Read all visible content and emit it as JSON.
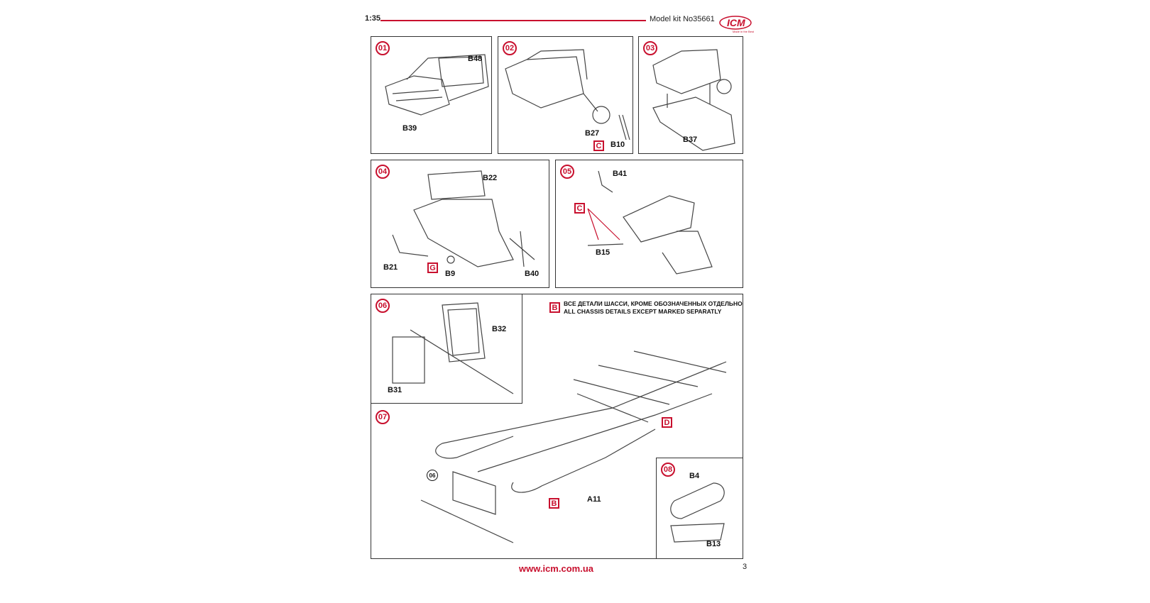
{
  "header": {
    "scale": "1:35",
    "model_kit": "Model kit No35661",
    "logo": "ICM",
    "logo_tagline": "Made in the Best"
  },
  "steps": [
    {
      "number": "01",
      "labels": [
        "B48",
        "B39"
      ]
    },
    {
      "number": "02",
      "labels": [
        "B27",
        "B10"
      ],
      "markers": [
        "C"
      ]
    },
    {
      "number": "03",
      "labels": [
        "B37"
      ]
    },
    {
      "number": "04",
      "labels": [
        "B22",
        "B21",
        "B9",
        "B40"
      ],
      "markers": [
        "G"
      ]
    },
    {
      "number": "05",
      "labels": [
        "B41",
        "B15"
      ],
      "markers": [
        "C"
      ]
    },
    {
      "number": "06",
      "labels": [
        "B32",
        "B31"
      ]
    },
    {
      "number": "07",
      "labels": [
        "A11"
      ],
      "markers": [
        "B",
        "D"
      ],
      "ref_step": "06"
    },
    {
      "number": "08",
      "labels": [
        "B4",
        "B13"
      ]
    }
  ],
  "note": {
    "marker": "B",
    "ru": "ВСЕ ДЕТАЛИ ШАССИ, КРОМЕ ОБОЗНАЧЕННЫХ ОТДЕЛЬНО",
    "en": "ALL CHASSIS DETAILS EXCEPT MARKED SEPARATLY"
  },
  "footer": {
    "url": "www.icm.com.ua",
    "page": "3"
  }
}
